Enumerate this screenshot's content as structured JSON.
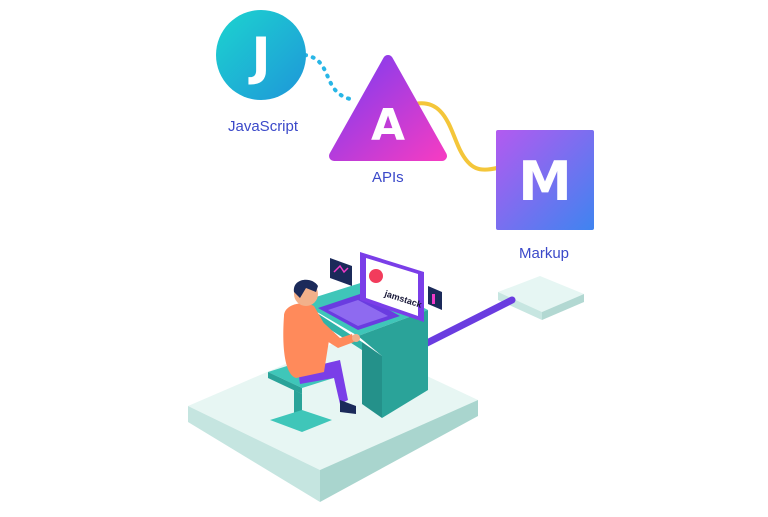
{
  "nodes": {
    "javascript": {
      "letter": "J",
      "label": "JavaScript",
      "color_start": "#19c6d4",
      "color_end": "#1f9bd8"
    },
    "apis": {
      "letter": "A",
      "label": "APIs",
      "color_start": "#8f3ff0",
      "color_end": "#f03cc8"
    },
    "markup": {
      "letter": "M",
      "label": "Markup",
      "color_start": "#a65bf0",
      "color_end": "#4b7df0"
    }
  },
  "connectors": {
    "js_to_apis": {
      "style": "dotted",
      "color": "#28b6e6"
    },
    "apis_to_markup": {
      "style": "solid",
      "color": "#f4c63a"
    }
  },
  "monitor": {
    "text": "jamstack"
  },
  "colors": {
    "platform": "#dff4f0",
    "desk": "#2fb5aa",
    "cable": "#6a3ce0",
    "shirt": "#ff8a5b",
    "monitor_frame": "#7a3ee8"
  }
}
